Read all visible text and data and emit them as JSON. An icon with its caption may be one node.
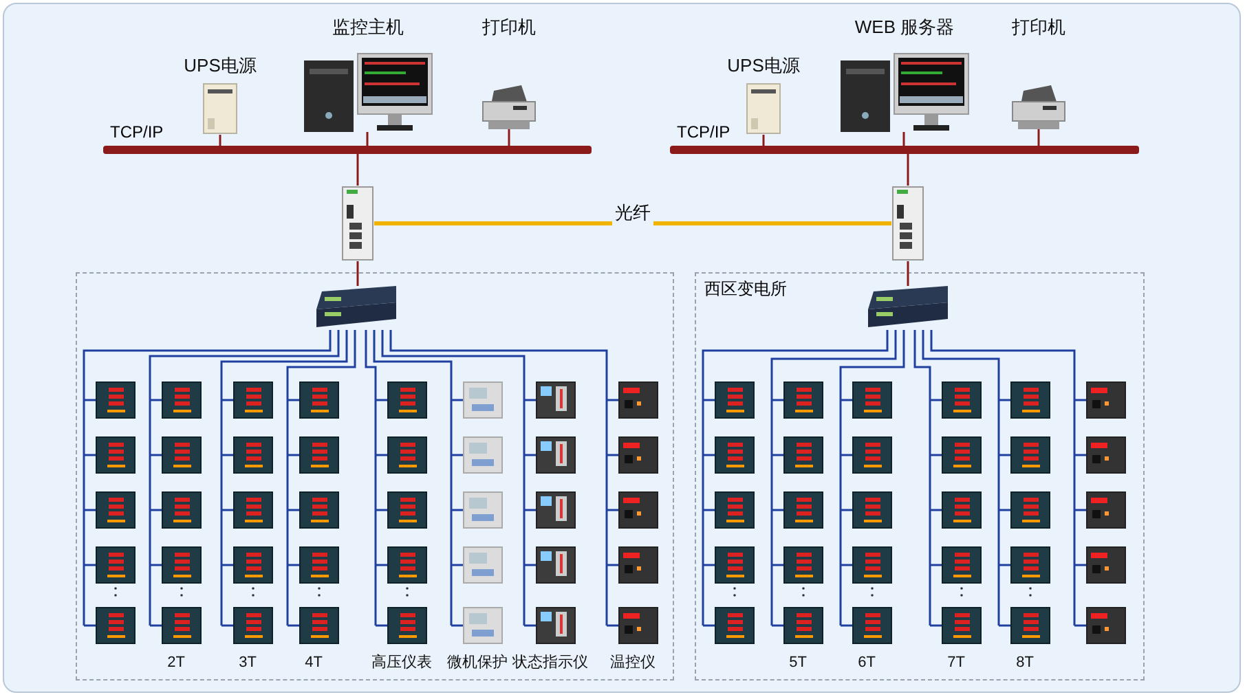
{
  "diagram": {
    "nodes": [
      {
        "text": [
          "UPS电源"
        ]
      },
      {
        "text": [
          "监控主机"
        ]
      },
      {
        "text": [
          "打印机"
        ]
      },
      {
        "text": [],
        "shape": "bar"
      },
      {
        "text": [],
        "shape": "picture"
      },
      {
        "text": [
          "UPS电源"
        ]
      },
      {
        "text": [
          "WEB 服务器"
        ]
      },
      {
        "text": [
          "打印机"
        ]
      },
      {
        "text": [],
        "shape": "bar"
      },
      {
        "text": [],
        "shape": "picture"
      },
      {
        "text": [],
        "shape": "box"
      },
      {
        "text": [
          "西区变电所"
        ]
      },
      {
        "text": [],
        "shape": "picture",
        "in": 10
      },
      {
        "text": [],
        "shape": "picture",
        "in": 11
      },
      {
        "text": [],
        "shape": "picture",
        "in": 10
      },
      {
        "text": [
          "2T"
        ],
        "in": 10
      },
      {
        "text": [
          "3T"
        ],
        "in": 10
      },
      {
        "text": [
          "4T"
        ],
        "in": 10
      },
      {
        "text": [
          "高压仪表"
        ],
        "in": 10
      },
      {
        "text": [
          "微机保护"
        ],
        "in": 10
      },
      {
        "text": [
          "状态指示仪"
        ],
        "in": 10
      },
      {
        "text": [
          "温控仪"
        ],
        "in": 10
      },
      {
        "text": [],
        "shape": "picture",
        "in": 11
      },
      {
        "text": [
          "5T"
        ],
        "in": 11
      },
      {
        "text": [
          "6T"
        ],
        "in": 11
      },
      {
        "text": [
          "7T"
        ],
        "in": 11
      },
      {
        "text": [
          "8T"
        ],
        "in": 11
      },
      {
        "text": [],
        "shape": "picture",
        "in": 11
      }
    ],
    "edges": [
      {
        "from": 0,
        "to": 3,
        "arrow": "none",
        "color": "#8b1a1a"
      },
      {
        "from": 1,
        "to": 3,
        "arrow": "none",
        "color": "#8b1a1a"
      },
      {
        "from": 2,
        "to": 3,
        "arrow": "none",
        "color": "#8b1a1a"
      },
      {
        "from": 3,
        "to": 4,
        "arrow": "none",
        "color": "#8b1a1a"
      },
      {
        "from": 4,
        "to": 9,
        "arrow": "none",
        "label": "光纤",
        "color": "#f0b400",
        "style": "thick"
      },
      {
        "from": 5,
        "to": 8,
        "arrow": "none",
        "color": "#8b1a1a"
      },
      {
        "from": 6,
        "to": 8,
        "arrow": "none",
        "color": "#8b1a1a"
      },
      {
        "from": 7,
        "to": 8,
        "arrow": "none",
        "color": "#8b1a1a"
      },
      {
        "from": 8,
        "to": 9,
        "arrow": "none",
        "color": "#8b1a1a"
      },
      {
        "from": 4,
        "to": 12,
        "arrow": "none",
        "color": "#8b1a1a"
      },
      {
        "from": 9,
        "to": 13,
        "arrow": "none",
        "color": "#8b1a1a"
      },
      {
        "from": 12,
        "to": 14,
        "arrow": "none"
      },
      {
        "from": 12,
        "to": 15,
        "arrow": "none"
      },
      {
        "from": 12,
        "to": 16,
        "arrow": "none"
      },
      {
        "from": 12,
        "to": 17,
        "arrow": "none"
      },
      {
        "from": 12,
        "to": 18,
        "arrow": "none"
      },
      {
        "from": 12,
        "to": 19,
        "arrow": "none"
      },
      {
        "from": 12,
        "to": 20,
        "arrow": "none"
      },
      {
        "from": 12,
        "to": 21,
        "arrow": "none"
      },
      {
        "from": 13,
        "to": 22,
        "arrow": "none"
      },
      {
        "from": 13,
        "to": 23,
        "arrow": "none"
      },
      {
        "from": 13,
        "to": 24,
        "arrow": "none"
      },
      {
        "from": 13,
        "to": 25,
        "arrow": "none"
      },
      {
        "from": 13,
        "to": 26,
        "arrow": "none"
      },
      {
        "from": 13,
        "to": 27,
        "arrow": "none"
      }
    ],
    "labels": [
      "TCP/IP",
      "TCP/IP"
    ]
  }
}
